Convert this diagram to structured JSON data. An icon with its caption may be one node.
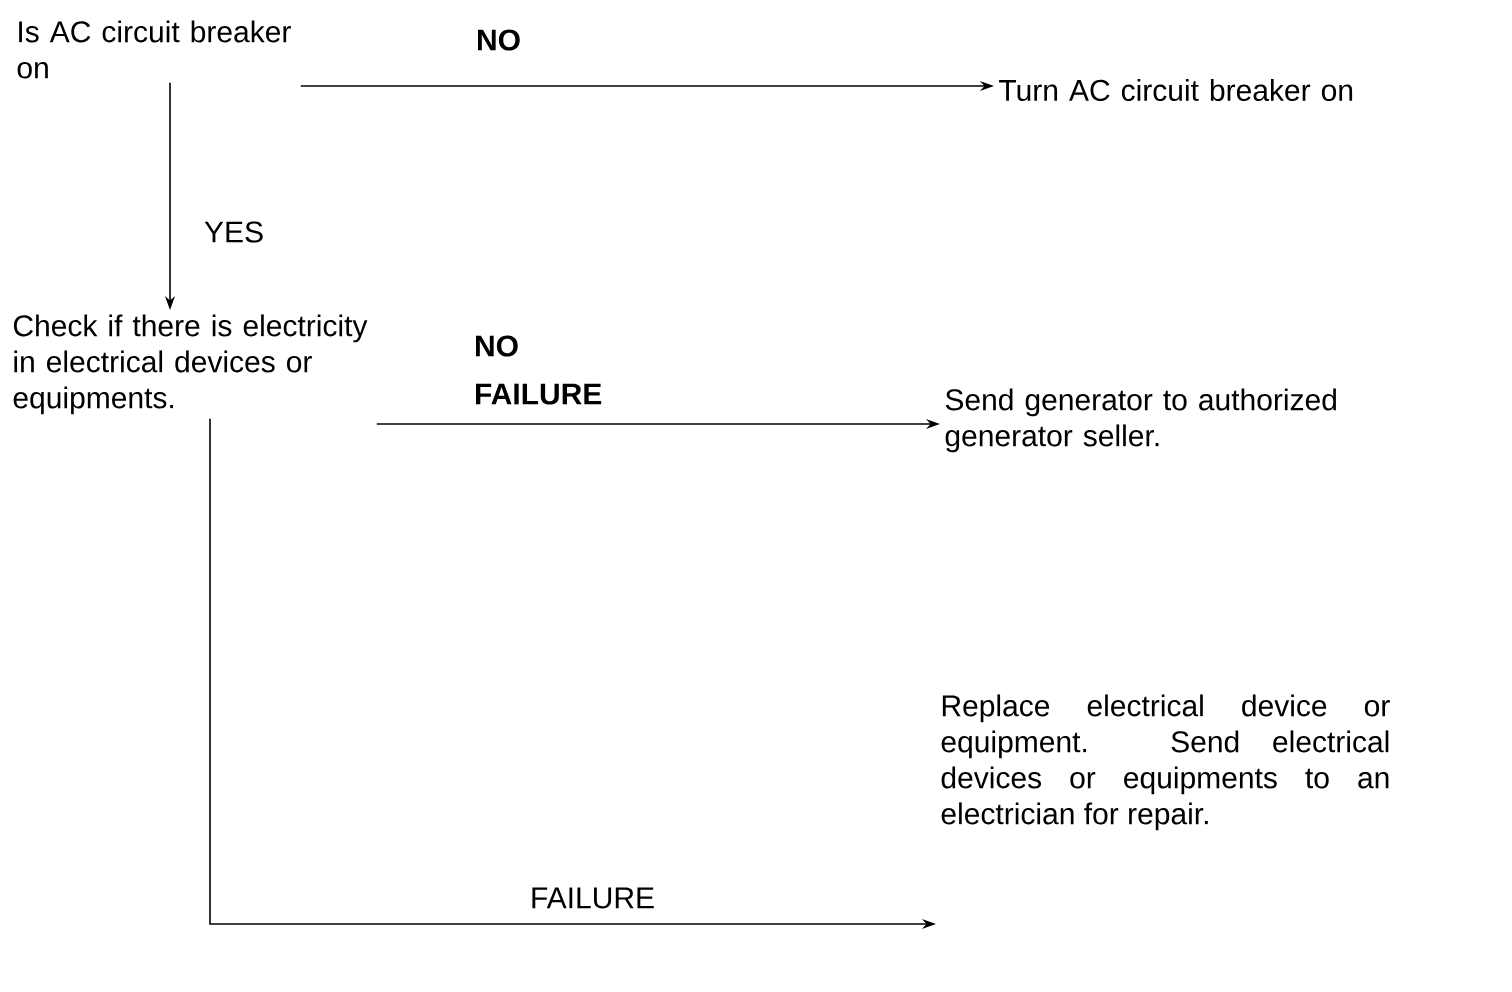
{
  "diagram": {
    "nodes": [
      {
        "text": [
          "Is AC circuit breaker on"
        ]
      },
      {
        "text": [
          "Turn AC circuit breaker on"
        ]
      },
      {
        "text": [
          "Check if there is electricity in electrical devices or equipments."
        ]
      },
      {
        "text": [
          "Send generator to authorized generator seller."
        ]
      },
      {
        "text": [
          "Replace electrical device or equipment. Send electrical devices or equipments to an electrician for repair."
        ]
      }
    ],
    "edges": [
      {
        "from": 0,
        "to": 1,
        "arrow": "to",
        "label": "NO"
      },
      {
        "from": 0,
        "to": 2,
        "arrow": "to",
        "label": "YES"
      },
      {
        "from": 2,
        "to": 3,
        "arrow": "to",
        "label": "NO FAILURE"
      },
      {
        "from": 2,
        "to": 4,
        "arrow": "to",
        "label": "FAILURE"
      }
    ]
  }
}
